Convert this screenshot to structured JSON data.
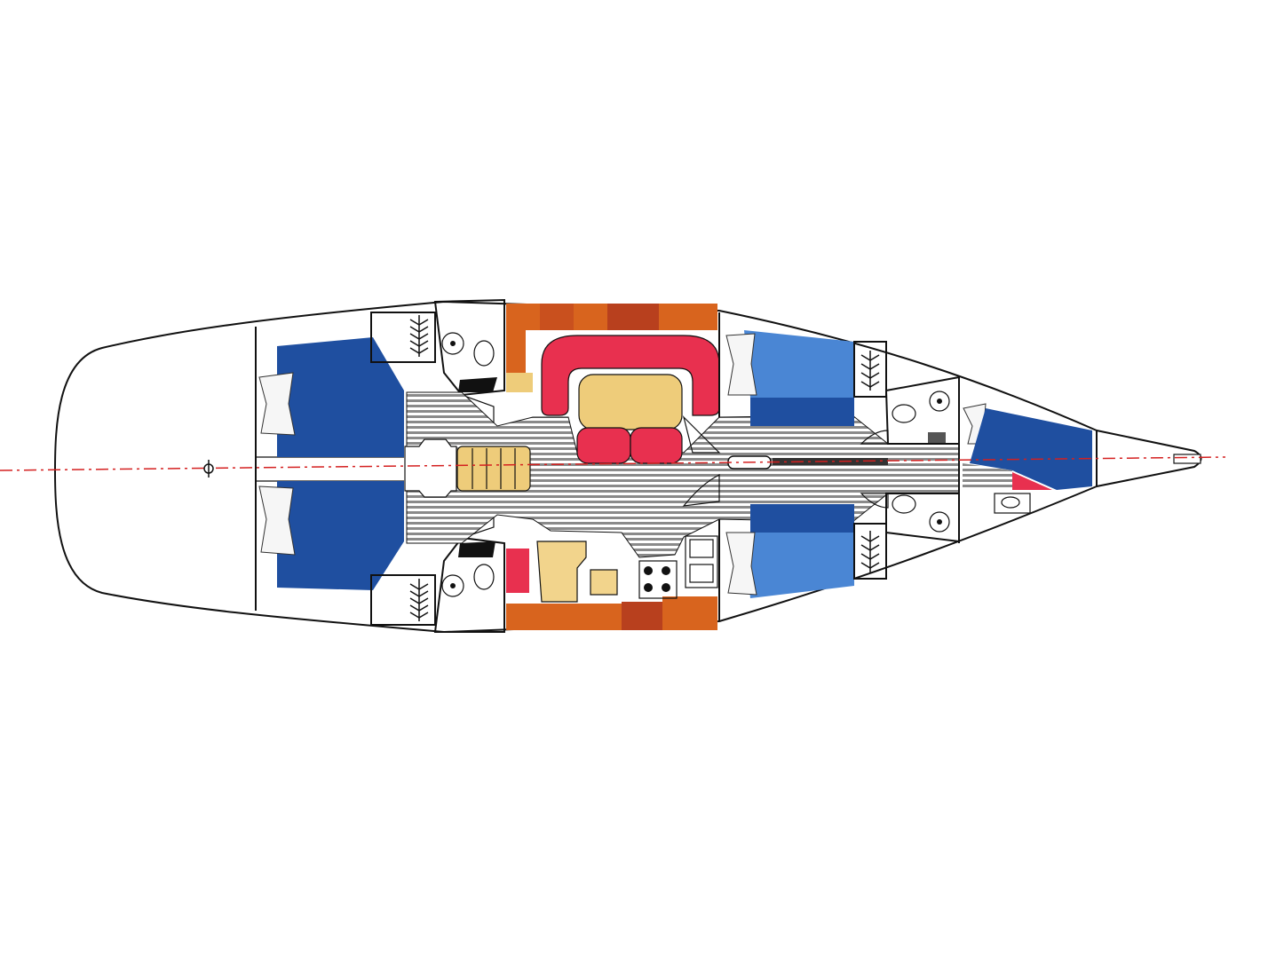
{
  "diagram": {
    "kind": "sailing yacht interior layout, plan view",
    "colors": {
      "cabin_berth_dark": "#1f4fa0",
      "cabin_berth_light": "#4a86d4",
      "settee_red": "#e8304f",
      "table_tan": "#eecc7a",
      "galley_counter_tan": "#f2d48c",
      "bench_orange": "#d8641e",
      "bench_dark": "#b8401e",
      "floor_stripes": "#8a8a8a",
      "centerline": "#d42020",
      "hull_outline": "#111111"
    },
    "areas": {
      "aft_cabins": 2,
      "forward_cabins": 2,
      "forepeak_cabin": 1,
      "heads": 4,
      "saloon": 1,
      "galley": 1,
      "companionway_steps": 5
    },
    "icons": [
      "toilet-icon",
      "sink-icon",
      "hanging-locker-icon",
      "stove-icon",
      "double-sink-icon",
      "cushion-icon",
      "shower-icon"
    ]
  }
}
